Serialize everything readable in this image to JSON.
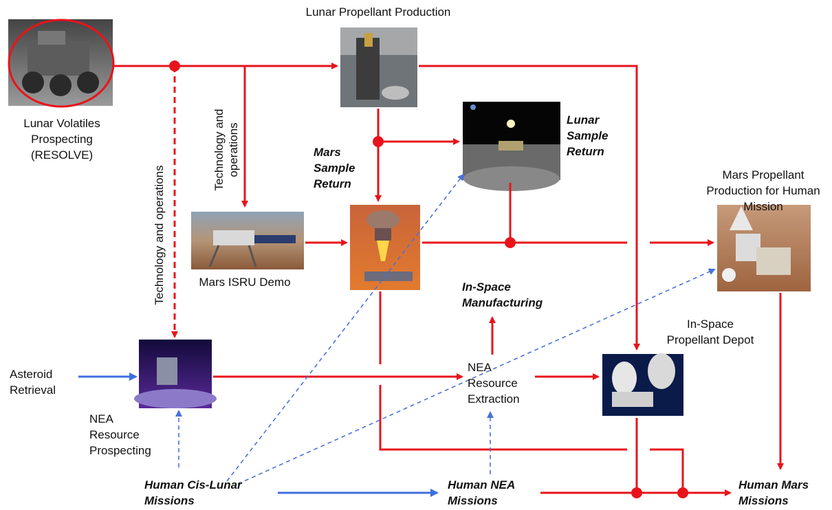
{
  "nodes": {
    "lunar_volatiles": [
      "Lunar Volatiles",
      "Prospecting",
      "(RESOLVE)"
    ],
    "lunar_propellant": "Lunar Propellant Production",
    "lunar_sample_return": [
      "Lunar",
      "Sample",
      "Return"
    ],
    "mars_sample_return": [
      "Mars",
      "Sample",
      "Return"
    ],
    "mars_isru_demo": "Mars ISRU Demo",
    "mars_propellant": [
      "Mars Propellant",
      "Production for Human",
      "Mission"
    ],
    "in_space_manufacturing": [
      "In-Space",
      "Manufacturing"
    ],
    "in_space_depot": [
      "In-Space",
      "Propellant Depot"
    ],
    "asteroid_retrieval": [
      "Asteroid",
      "Retrieval"
    ],
    "nea_prospecting": [
      "NEA",
      "Resource",
      "Prospecting"
    ],
    "nea_extraction": [
      "NEA",
      "Resource",
      "Extraction"
    ],
    "human_cis_lunar": [
      "Human Cis-Lunar",
      "Missions"
    ],
    "human_nea": [
      "Human NEA",
      "Missions"
    ],
    "human_mars": [
      "Human Mars",
      "Missions"
    ]
  },
  "edge_labels": {
    "tech_ops_vertical": "Technology and operations",
    "tech_ops_stacked": [
      "Technology and",
      "operations"
    ]
  },
  "colors": {
    "red_flow": "#e8141b",
    "blue_flow": "#3f6fe0",
    "blue_dashed": "#4a72d8"
  }
}
